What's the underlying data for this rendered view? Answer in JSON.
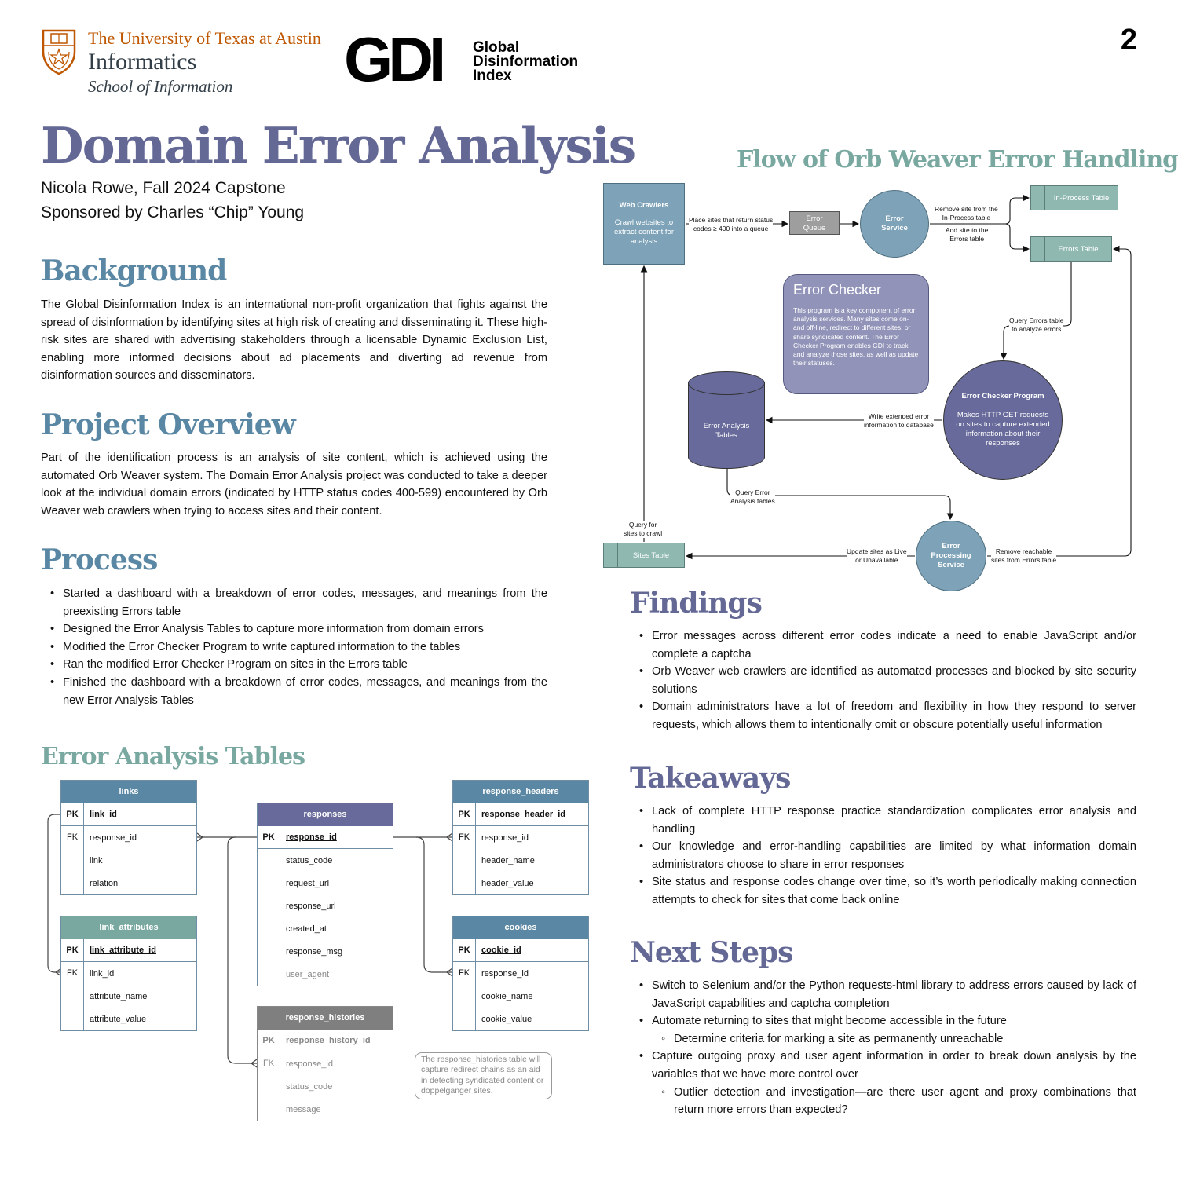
{
  "header": {
    "ut_logo": {
      "line1": "The University of Texas at Austin",
      "line2": "Informatics",
      "line3": "School of Information",
      "brand_color": "#bf5700"
    },
    "gdi_logo": {
      "mark": "GDI",
      "line1": "Global",
      "line2": "Disinformation",
      "line3": "Index"
    },
    "page_number": "2"
  },
  "title": {
    "main": "Domain Error Analysis",
    "author_line": "Nicola Rowe, Fall 2024 Capstone",
    "sponsor_line": "Sponsored by Charles “Chip” Young",
    "color": "#646895"
  },
  "background": {
    "heading": "Background",
    "text": "The Global Disinformation Index is an international non-profit organization that fights against the spread of disinformation by identifying sites at high risk of creating and disseminating it. These high-risk sites are shared with advertising stakeholders through a licensable Dynamic Exclusion List, enabling more informed decisions about ad placements and diverting ad revenue from disinformation sources and disseminators."
  },
  "project_overview": {
    "heading": "Project Overview",
    "text": "Part of the identification process is an analysis of site content, which is achieved using the automated Orb Weaver system. The Domain Error Analysis project was conducted to take a deeper look at the individual domain errors (indicated by HTTP status codes 400-599) encountered by Orb Weaver web crawlers when trying to access sites and their content."
  },
  "process": {
    "heading": "Process",
    "items": [
      "Started a dashboard with a breakdown of error codes, messages, and meanings from the preexisting Errors table",
      "Designed the Error Analysis Tables to capture more information from domain errors",
      "Modified the Error Checker Program to write captured information to the tables",
      "Ran the modified Error Checker Program on sites in the Errors table",
      "Finished the dashboard with a breakdown of error codes, messages, and meanings from the new Error Analysis Tables"
    ]
  },
  "error_tables": {
    "heading": "Error Analysis Tables",
    "note": "The response_histories table will capture redirect chains as an aid in detecting syndicated content or doppelganger sites.",
    "tables": {
      "links": {
        "name": "links",
        "pk": "link_id",
        "rows": [
          {
            "key": "FK",
            "field": "response_id"
          },
          {
            "key": "",
            "field": "link"
          },
          {
            "key": "",
            "field": "relation"
          }
        ]
      },
      "link_attributes": {
        "name": "link_attributes",
        "pk": "link_attribute_id",
        "rows": [
          {
            "key": "FK",
            "field": "link_id"
          },
          {
            "key": "",
            "field": "attribute_name"
          },
          {
            "key": "",
            "field": "attribute_value"
          }
        ]
      },
      "responses": {
        "name": "responses",
        "pk": "response_id",
        "rows": [
          {
            "key": "",
            "field": "status_code"
          },
          {
            "key": "",
            "field": "request_url"
          },
          {
            "key": "",
            "field": "response_url"
          },
          {
            "key": "",
            "field": "created_at"
          },
          {
            "key": "",
            "field": "response_msg"
          },
          {
            "key": "",
            "field": "user_agent"
          }
        ]
      },
      "response_histories": {
        "name": "response_histories",
        "pk": "response_history_id",
        "rows": [
          {
            "key": "FK",
            "field": "response_id"
          },
          {
            "key": "",
            "field": "status_code"
          },
          {
            "key": "",
            "field": "message"
          }
        ]
      },
      "response_headers": {
        "name": "response_headers",
        "pk": "response_header_id",
        "rows": [
          {
            "key": "FK",
            "field": "response_id"
          },
          {
            "key": "",
            "field": "header_name"
          },
          {
            "key": "",
            "field": "header_value"
          }
        ]
      },
      "cookies": {
        "name": "cookies",
        "pk": "cookie_id",
        "rows": [
          {
            "key": "FK",
            "field": "response_id"
          },
          {
            "key": "",
            "field": "cookie_name"
          },
          {
            "key": "",
            "field": "cookie_value"
          }
        ]
      }
    },
    "pk_label": "PK"
  },
  "flow": {
    "heading": "Flow of Orb Weaver Error Handling",
    "web_crawlers": {
      "title": "Web Crawlers",
      "desc": "Crawl websites to extract content for analysis"
    },
    "error_queue": {
      "line1": "Error",
      "line2": "Queue"
    },
    "error_service": {
      "line1": "Error",
      "line2": "Service"
    },
    "in_process_table": "In-Process Table",
    "errors_table": "Errors Table",
    "sites_table": "Sites Table",
    "error_checker_card": {
      "title": "Error Checker",
      "body": "This program is a key component of error analysis services. Many sites come on- and off-line, redirect to different sites, or share syndicated content. The Error Checker Program enables GDI to track and analyze those sites, as well as update their statuses."
    },
    "error_analysis_tables": {
      "line1": "Error Analysis",
      "line2": "Tables"
    },
    "error_checker_program": {
      "title": "Error Checker Program",
      "desc": "Makes HTTP GET requests on sites to capture extended information about their responses"
    },
    "error_processing_service": {
      "line1": "Error",
      "line2": "Processing",
      "line3": "Service"
    },
    "edge_labels": {
      "place_sites_1": "Place sites that return status",
      "place_sites_2": "codes ≥ 400 into a queue",
      "remove_inproc_1": "Remove site from the",
      "remove_inproc_2": "In-Process table",
      "add_errors_1": "Add site to the",
      "add_errors_2": "Errors table",
      "query_errors_1": "Query Errors table",
      "query_errors_2": "to analyze errors",
      "write_ext_1": "Write extended error",
      "write_ext_2": "information to database",
      "query_ea_1": "Query Error",
      "query_ea_2": "Analysis tables",
      "query_sites_1": "Query for",
      "query_sites_2": "sites to crawl",
      "update_sites_1": "Update sites as Live",
      "update_sites_2": "or Unavailable",
      "remove_reach_1": "Remove reachable",
      "remove_reach_2": "sites from Errors table"
    }
  },
  "findings": {
    "heading": "Findings",
    "items": [
      "Error messages across different error codes indicate a need to enable JavaScript and/or complete a captcha",
      "Orb Weaver web crawlers are identified as automated processes and blocked by site security solutions",
      "Domain administrators have a lot of freedom and flexibility in how they respond to server requests, which allows them to intentionally omit or obscure potentially useful information"
    ]
  },
  "takeaways": {
    "heading": "Takeaways",
    "items": [
      "Lack of complete HTTP response practice standardization complicates error analysis and handling",
      "Our knowledge and error-handling capabilities are limited by what information domain administrators choose to share in error responses",
      "Site status and response codes change over time, so it’s worth periodically making connection attempts to check for sites that come back online"
    ]
  },
  "next_steps": {
    "heading": "Next Steps",
    "items": [
      {
        "text": "Switch to Selenium and/or the Python requests-html library to address errors caused by lack of JavaScript capabilities and captcha completion"
      },
      {
        "text": "Automate returning to sites that might become accessible in the future"
      },
      {
        "text": "Determine criteria for marking a site as permanently unreachable",
        "sub": true
      },
      {
        "text": "Capture outgoing proxy and user agent information in order to break down analysis by the variables that we have more control over"
      },
      {
        "text": "Outlier detection and investigation—are there user agent and proxy combinations that return more errors than expected?",
        "sub": true
      }
    ]
  },
  "colors": {
    "purple": "#646895",
    "blue": "#5a87a3",
    "teal": "#79a8a0",
    "grey": "#7f7f7f"
  }
}
